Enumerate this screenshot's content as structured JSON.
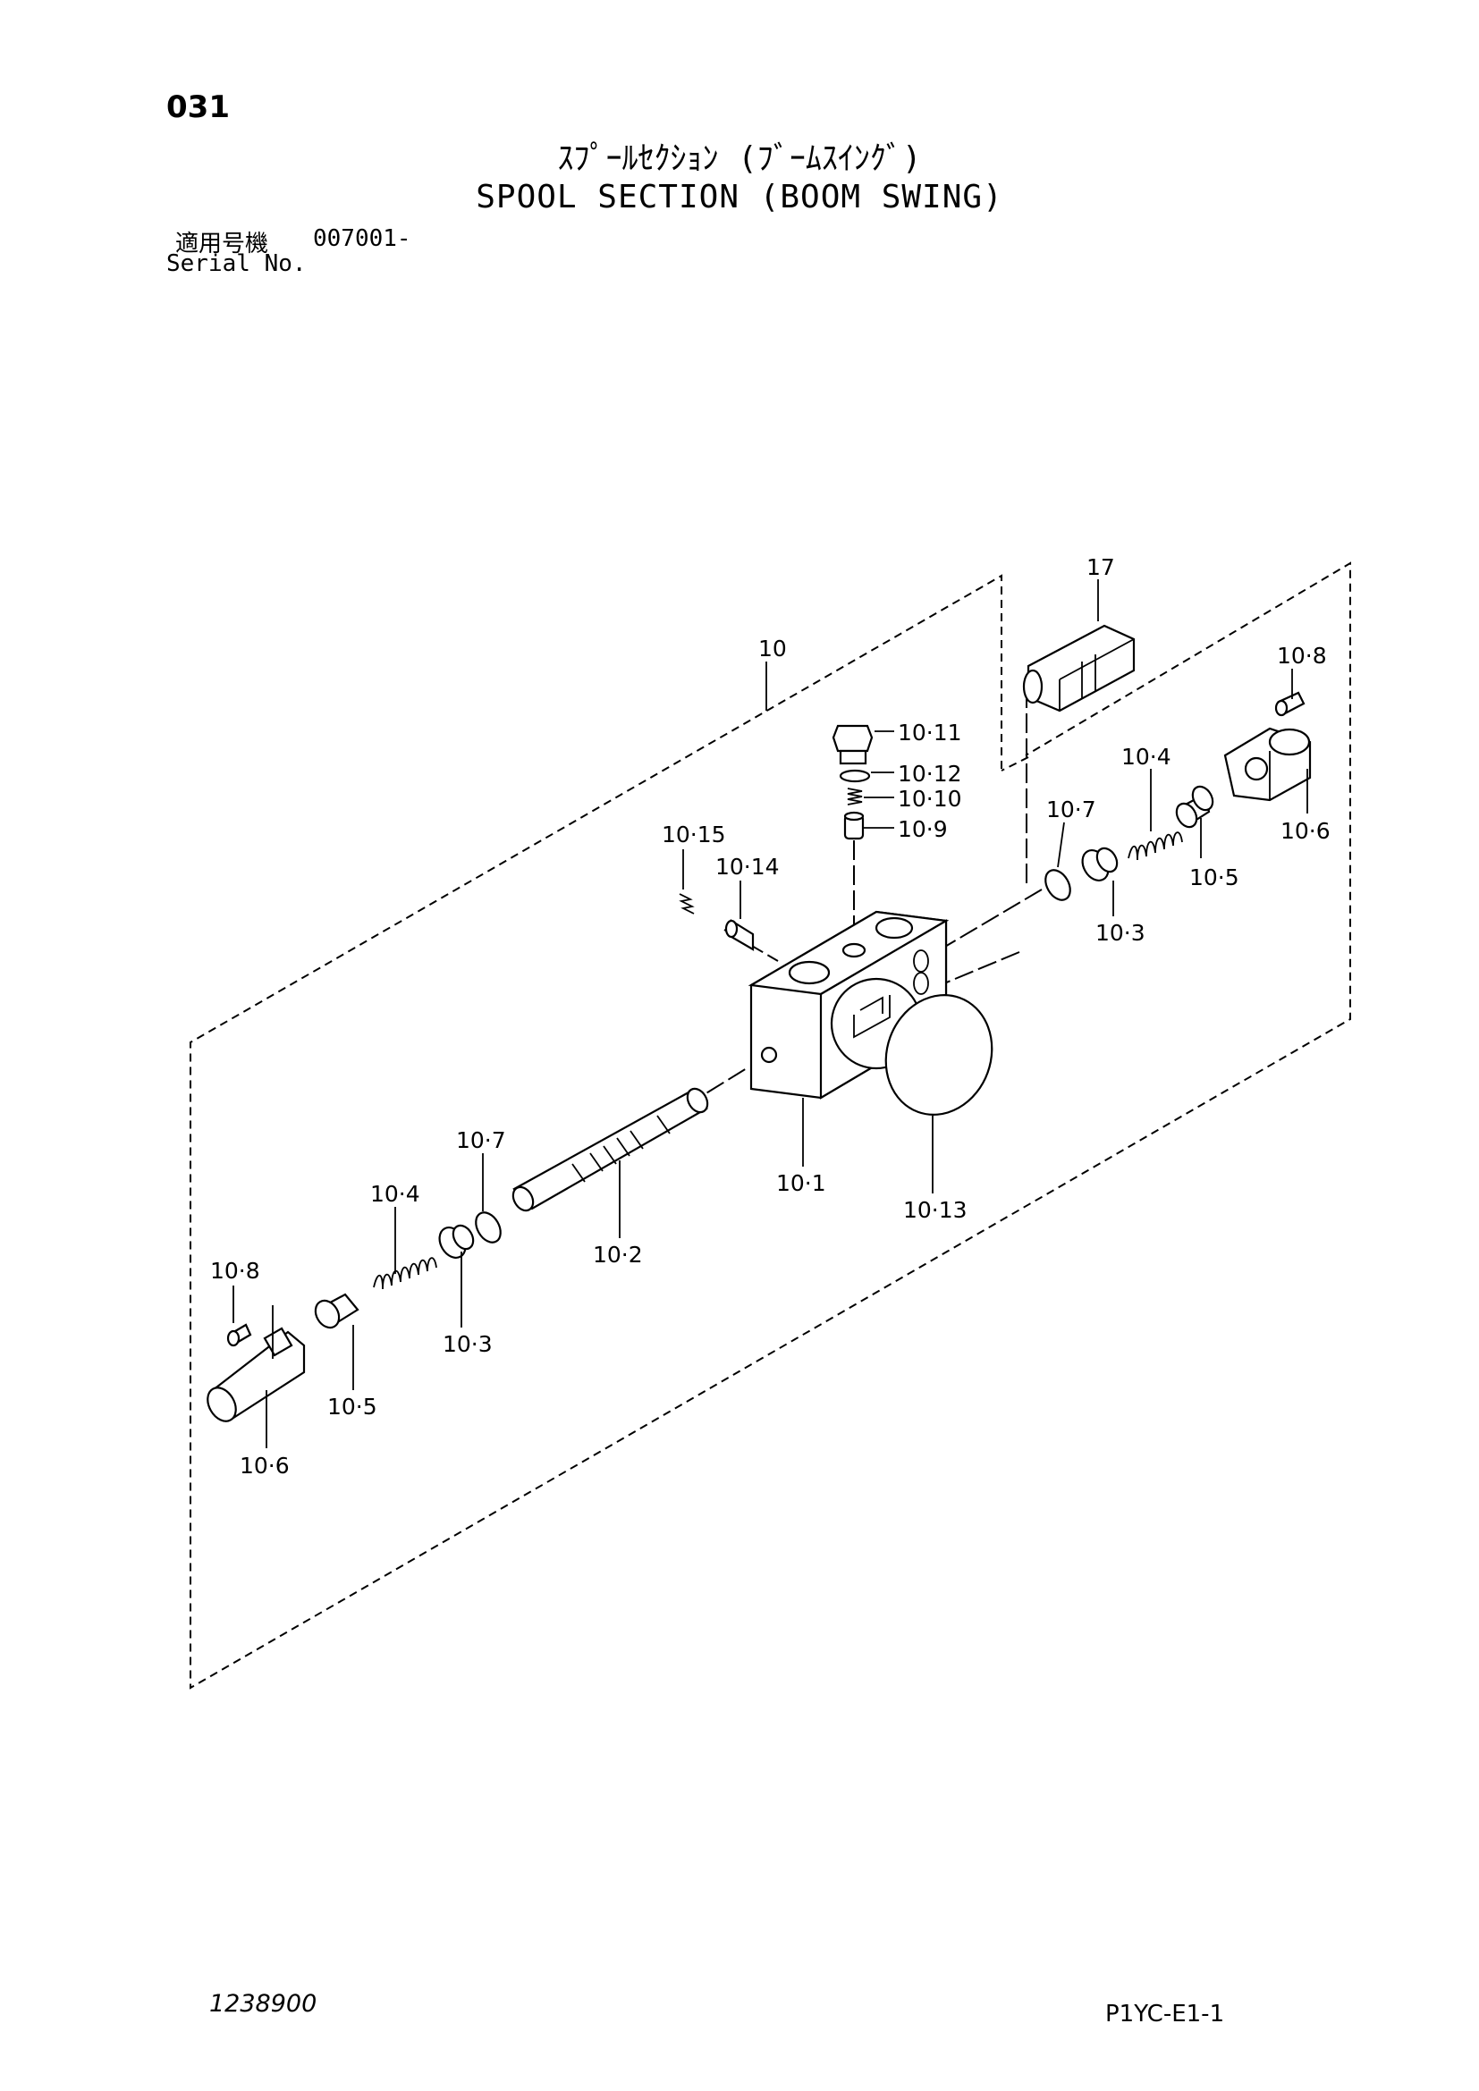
{
  "header": {
    "page_number": "031",
    "title_jp": "ｽﾌﾟｰﾙｾｸｼｮﾝ (ﾌﾞｰﾑｽｲﾝｸﾞ)",
    "title_en": "SPOOL SECTION (BOOM SWING)",
    "serial_label_jp": "適用号機",
    "serial_value": "007001-",
    "serial_label_en": "Serial No."
  },
  "callouts": {
    "c10": "10",
    "c17": "17",
    "c10_8_right": "10·8",
    "c10_11": "10·11",
    "c10_12": "10·12",
    "c10_10": "10·10",
    "c10_9": "10·9",
    "c10_4_right": "10·4",
    "c10_7_right": "10·7",
    "c10_6_right": "10·6",
    "c10_5_right": "10·5",
    "c10_3_right": "10·3",
    "c10_15": "10·15",
    "c10_14": "10·14",
    "c10_1": "10·1",
    "c10_13": "10·13",
    "c10_2": "10·2",
    "c10_7_left": "10·7",
    "c10_4_left": "10·4",
    "c10_8_left": "10·8",
    "c10_3_left": "10·3",
    "c10_5_left": "10·5",
    "c10_6_left": "10·6"
  },
  "footer": {
    "drawing_number": "1238900",
    "page_code": "P1YC-E1-1"
  }
}
